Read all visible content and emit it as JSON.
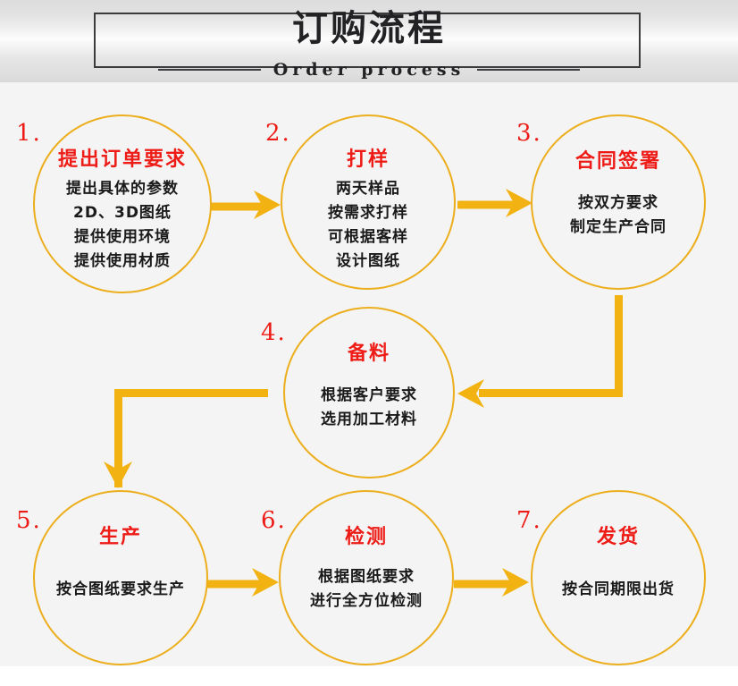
{
  "header": {
    "title": "订购流程",
    "subtitle": "Order process"
  },
  "colors": {
    "accent_orange": "#f2b212",
    "circle_stroke": "#ecae1c",
    "title_red": "#ee1c17",
    "body_text": "#1a1a1a",
    "header_border": "#3c3c3f",
    "background": "#f4f4f4"
  },
  "steps": [
    {
      "number": "1.",
      "title": "提出订单要求",
      "lines": [
        "提出具体的参数",
        "2D、3D图纸",
        "提供使用环境",
        "提供使用材质"
      ]
    },
    {
      "number": "2.",
      "title": "打样",
      "lines": [
        "两天样品",
        "按需求打样",
        "可根据客样",
        "设计图纸"
      ]
    },
    {
      "number": "3.",
      "title": "合同签署",
      "lines": [
        "按双方要求",
        "制定生产合同"
      ]
    },
    {
      "number": "4.",
      "title": "备料",
      "lines": [
        "根据客户要求",
        "选用加工材料"
      ]
    },
    {
      "number": "5.",
      "title": "生产",
      "lines": [
        "按合图纸要求生产"
      ]
    },
    {
      "number": "6.",
      "title": "检测",
      "lines": [
        "根据图纸要求",
        "进行全方位检测"
      ]
    },
    {
      "number": "7.",
      "title": "发货",
      "lines": [
        "按合同期限出货"
      ]
    }
  ],
  "connectors": [
    {
      "name": "arrow-step1-to-step2",
      "kind": "arrow-right"
    },
    {
      "name": "arrow-step2-to-step3",
      "kind": "arrow-right"
    },
    {
      "name": "elbow-step3-to-step4",
      "kind": "elbow-down-left"
    },
    {
      "name": "elbow-step4-to-step5",
      "kind": "elbow-left-down"
    },
    {
      "name": "arrow-step5-to-step6",
      "kind": "arrow-right"
    },
    {
      "name": "arrow-step6-to-step7",
      "kind": "arrow-right"
    }
  ]
}
